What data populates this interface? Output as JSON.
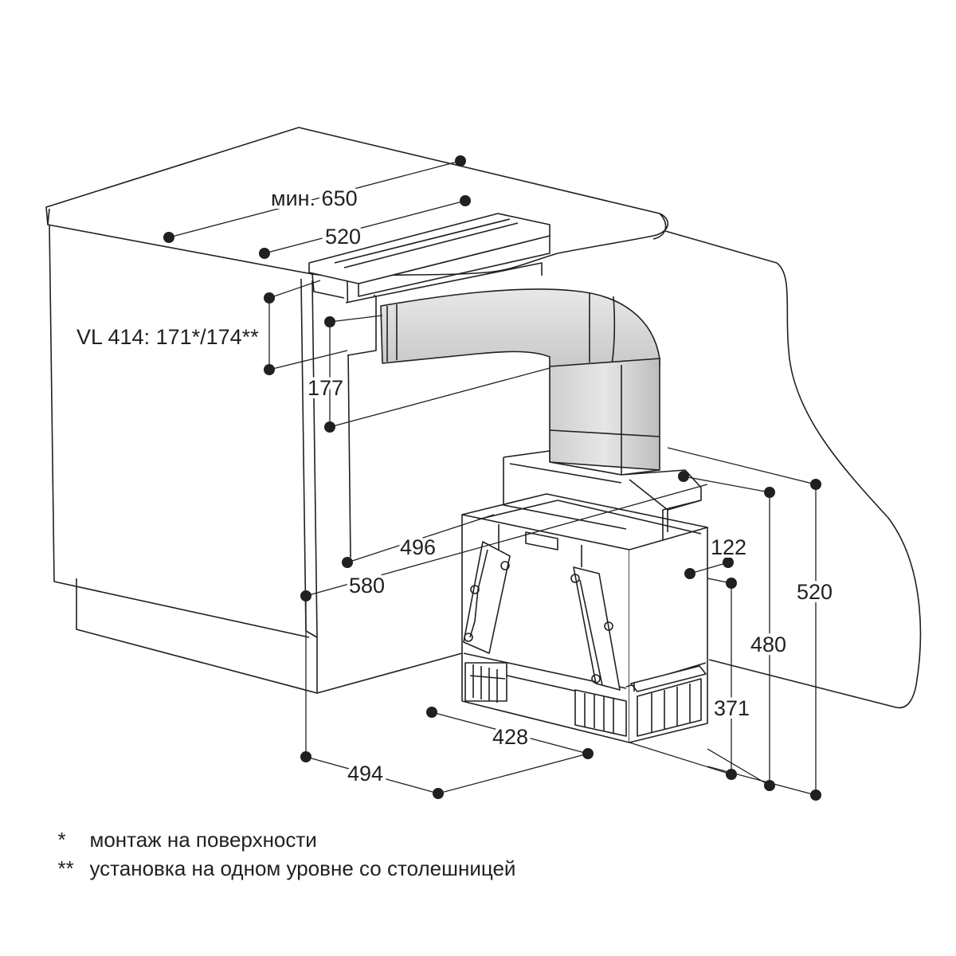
{
  "colors": {
    "line": "#231f20",
    "duct_fill": "#dcdcdc",
    "duct_shade": "#c4c4c4",
    "cabinet_fill": "#ffffff"
  },
  "dimensions": {
    "countertop_depth_min": "мин. 650",
    "hob_depth": "520",
    "vl414_height": "VL 414: 171*/174**",
    "duct_height": "177",
    "duct_setback": "496",
    "fan_offset": "580",
    "fan_step": "122",
    "fan_height_total": "520",
    "fan_height_480": "480",
    "fan_height_371": "371",
    "fan_width": "428",
    "fan_depth": "494"
  },
  "notes": [
    {
      "mark": "*",
      "text": "монтаж на поверхности"
    },
    {
      "mark": "**",
      "text": "установка на одном уровне со столешницей"
    }
  ]
}
